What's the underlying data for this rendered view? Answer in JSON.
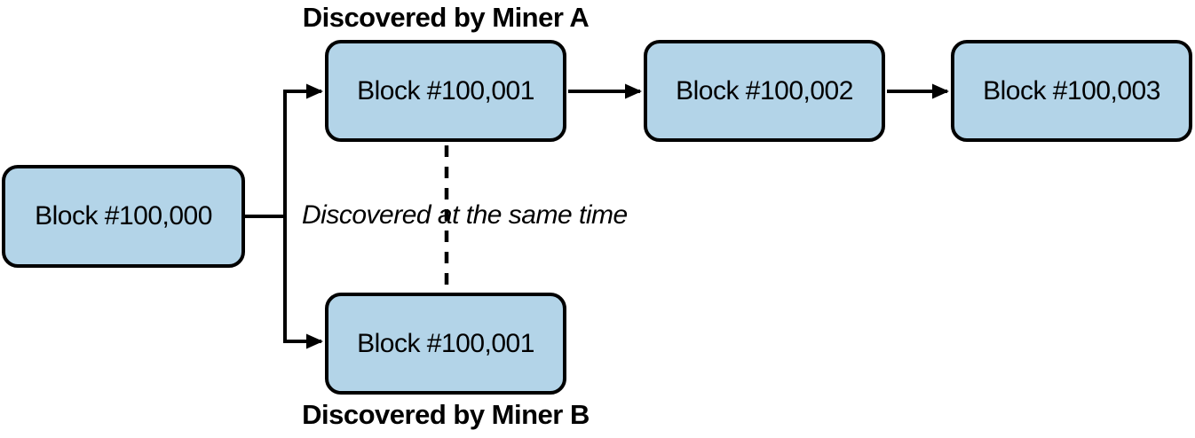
{
  "diagram": {
    "blocks": {
      "block_100000": {
        "label": "Block #100,000"
      },
      "block_100001_a": {
        "label": "Block #100,001"
      },
      "block_100001_b": {
        "label": "Block #100,001"
      },
      "block_100002": {
        "label": "Block #100,002"
      },
      "block_100003": {
        "label": "Block #100,003"
      }
    },
    "labels": {
      "miner_a": "Discovered by Miner A",
      "miner_b": "Discovered by Miner B",
      "same_time": "Discovered at the same time"
    },
    "colors": {
      "block_fill": "#b3d4e8",
      "block_border": "#000000",
      "line": "#000000",
      "text": "#000000",
      "background": "#ffffff"
    }
  }
}
